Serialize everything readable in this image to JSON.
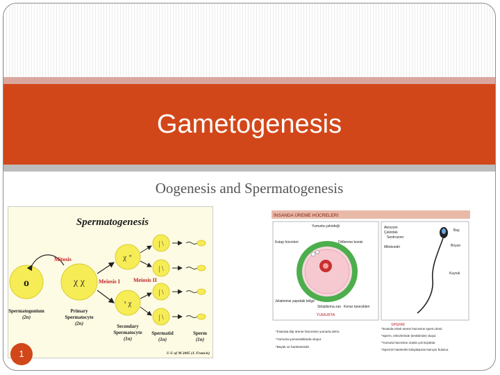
{
  "slide": {
    "title": "Gametogenesis",
    "subtitle": "Oogenesis and Spermatogenesis",
    "page_number": "1"
  },
  "left_figure": {
    "heading": "Spermatogenesis",
    "mitosis": "Mitosis",
    "meiosis1": "Meiosis I",
    "meiosis2": "Meiosis II",
    "cell1_l1": "Spermatogonium",
    "cell1_l2": "(2n)",
    "cell2_l1": "Primary",
    "cell2_l2": "Spermatocyte",
    "cell2_l3": "(2n)",
    "cell3_l1": "Secondary",
    "cell3_l2": "Spermatocyte",
    "cell3_l3": "(1n)",
    "cell4_l1": "Spermatid",
    "cell4_l2": "(1n)",
    "cell5_l1": "Sperm",
    "cell5_l2": "(1n)",
    "credit": "© U of M 2005 (J. Francis)"
  },
  "right_figure": {
    "header": "İNSANDA ÜREME HÜCRELERİ",
    "egg_labels": {
      "yumurta_cekirdegi": "Yumurta çekirdeği",
      "kutup": "Kutup hücreleri",
      "dollenme": "Döllenme konisi",
      "jelatinimsi": "Jelatinimsi yapıdaki bölge",
      "sitoplazma": "Sitoplâzma zarı",
      "kenar": "Kenar tanecikleri",
      "caption": "YUMURTA"
    },
    "sperm_labels": {
      "akrozom": "Akrozom",
      "cekirdek": "Çekirdek",
      "sentrozom": "Sentrozom",
      "mitokondri": "Mitokondri",
      "bas": "Baş",
      "boyun": "Boyun",
      "kuyruk": "Kuyruk",
      "caption": "SPERM"
    },
    "egg_notes": [
      "*İnsanda dişi üreme hücresine yumurta denir.",
      "*Yumurta yumurtalıklarda oluşur.",
      "*Büyük ve hareketsizdir."
    ],
    "sperm_notes": [
      "*İnsanda erkek üreme hücresine sperm denir.",
      "*Sperm, erbezlerinde (testislerde) oluşur.",
      "*Yumurta hücresine oranla çok küçüktür.",
      "*Spermin hareketini kolaylaştıran kamçısı bulunur."
    ]
  },
  "colors": {
    "accent": "#d24719",
    "cell_yellow": "#f6ec55",
    "egg_green": "#4cae4c"
  }
}
